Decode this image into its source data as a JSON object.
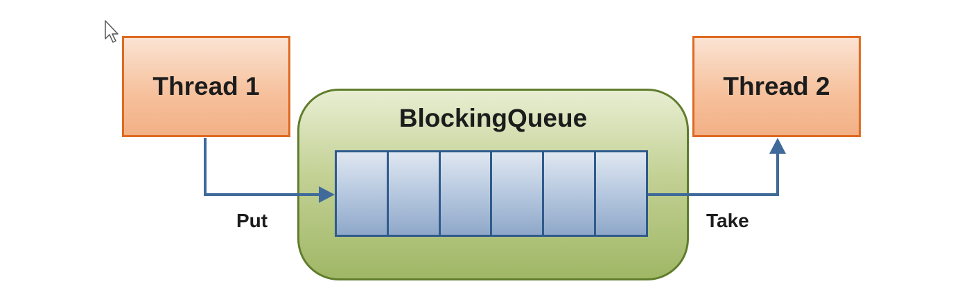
{
  "diagram": {
    "producer": {
      "label": "Thread 1"
    },
    "consumer": {
      "label": "Thread 2"
    },
    "queue": {
      "label": "BlockingQueue",
      "slot_count": 6
    },
    "edges": {
      "put": {
        "label": "Put"
      },
      "take": {
        "label": "Take"
      }
    }
  },
  "colors": {
    "thread_border": "#de6a22",
    "thread_fill": "#f6c29e",
    "queue_border": "#5f7d2c",
    "queue_fill": "#c3d195",
    "slot_border": "#2f5a8c",
    "slot_fill": "#b6c8df",
    "arrow": "#3f6a99"
  },
  "cursor": {
    "icon": "mouse-pointer-icon"
  }
}
